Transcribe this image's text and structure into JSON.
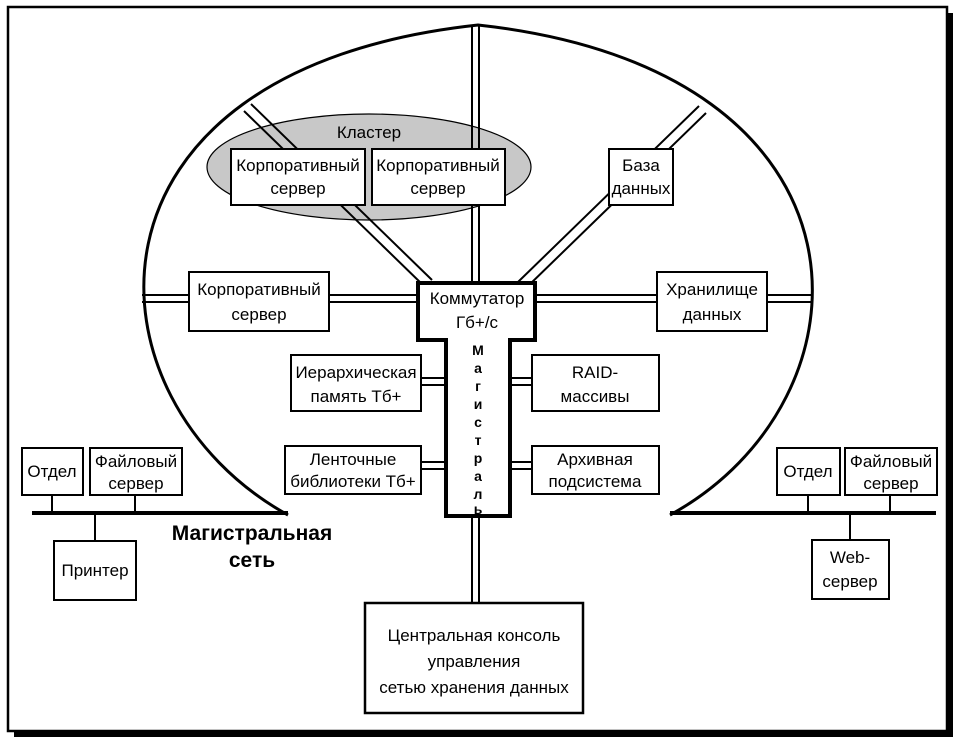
{
  "cluster": {
    "label": "Кластер"
  },
  "nodes": {
    "cluster_server_1": {
      "line1": "Корпоративный",
      "line2": "сервер"
    },
    "cluster_server_2": {
      "line1": "Корпоративный",
      "line2": "сервер"
    },
    "database": {
      "line1": "База",
      "line2": "данных"
    },
    "corp_server_left": {
      "line1": "Корпоративный",
      "line2": "сервер"
    },
    "switch": {
      "line1": "Коммутатор",
      "line2": "Гб+/с"
    },
    "storage": {
      "line1": "Хранилище",
      "line2": "данных"
    },
    "hier_memory": {
      "line1": "Иерархическая",
      "line2": "память Тб+"
    },
    "raid": {
      "line1": "RAID-",
      "line2": "массивы"
    },
    "tape_libs": {
      "line1": "Ленточные",
      "line2": "библиотеки Тб+"
    },
    "archive": {
      "line1": "Архивная",
      "line2": "подсистема"
    },
    "console": {
      "line1": "Центральная консоль",
      "line2": "управления",
      "line3": "сетью хранения данных"
    },
    "left_dept": {
      "line1": "Отдел"
    },
    "left_file_server": {
      "line1": "Файловый",
      "line2": "сервер"
    },
    "printer": {
      "line1": "Принтер"
    },
    "right_dept": {
      "line1": "Отдел"
    },
    "right_file_server": {
      "line1": "Файловый",
      "line2": "сервер"
    },
    "web_server": {
      "line1": "Web-",
      "line2": "сервер"
    }
  },
  "backbone_vertical": [
    "М",
    "а",
    "г",
    "и",
    "с",
    "т",
    "р",
    "а",
    "л",
    "ь"
  ],
  "backbone_network": {
    "line1": "Магистральная",
    "line2": "сеть"
  }
}
